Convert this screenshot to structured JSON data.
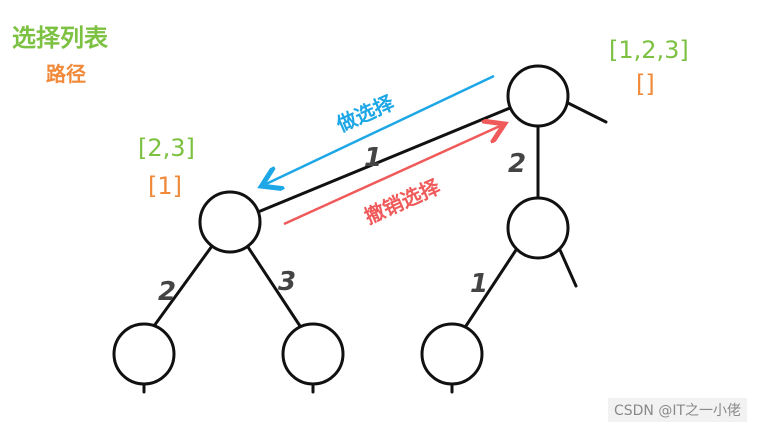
{
  "legend": {
    "choices_label": "选择列表",
    "path_label": "路径"
  },
  "colors": {
    "choices": "#7dc142",
    "path": "#f08a3a",
    "make_choice": "#1ea7e6",
    "undo_choice": "#f05a5a",
    "lines": "#111111"
  },
  "nodes": {
    "root": {
      "choices": "[1,2,3]",
      "path": "[]"
    },
    "left": {
      "choices": "[2,3]",
      "path": "[1]"
    }
  },
  "arrows": {
    "make_choice": "做选择",
    "undo_choice": "撤销选择"
  },
  "edge_labels": {
    "root_to_left": "1",
    "root_to_mid": "2",
    "left_to_ll": "2",
    "left_to_lr": "3",
    "mid_to_child": "1"
  },
  "watermark": "CSDN @IT之一小佬"
}
